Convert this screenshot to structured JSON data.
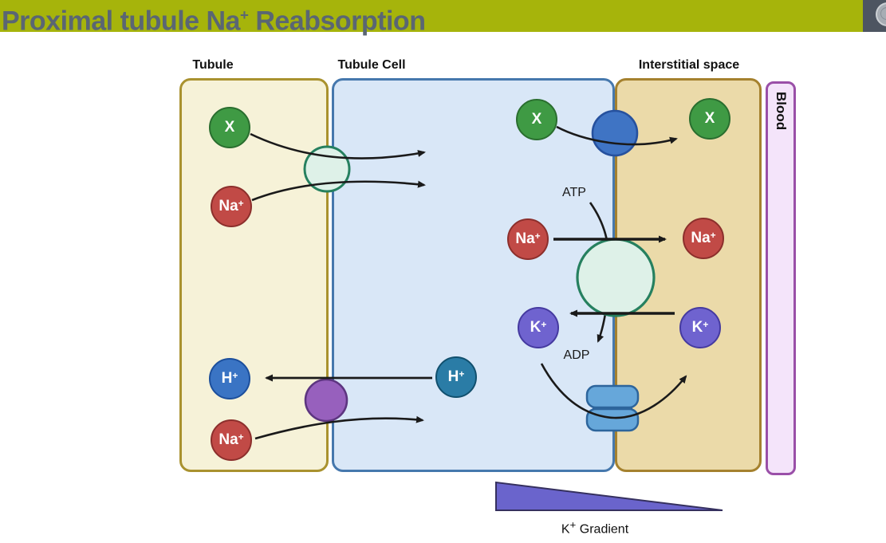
{
  "header": {
    "title_base": "Proximal tubule Na",
    "title_sup": "+",
    "title_rest": " Reabsorption",
    "bar_color": "#a6b40b",
    "title_color": "#5a6673",
    "corner_color": "#4d5561",
    "corner_icon": "seal-emblem"
  },
  "compartments": [
    {
      "label": "Tubule",
      "fill": "#f6f2d8",
      "border": "#a9922f"
    },
    {
      "label": "Tubule Cell",
      "fill": "#d9e7f7",
      "border": "#4678ad"
    },
    {
      "label": "Interstitial space",
      "fill": "#ebdaa9",
      "border": "#a5812e"
    },
    {
      "label": "Blood",
      "fill": "#f4e4fa",
      "border": "#9a4fa8"
    }
  ],
  "ions": [
    {
      "id": "x-tubule",
      "label": "X",
      "sup": "",
      "color": "#3f9a44"
    },
    {
      "id": "na-tubule-top",
      "label": "Na",
      "sup": "+",
      "color": "#c14a46"
    },
    {
      "id": "x-cell",
      "label": "X",
      "sup": "",
      "color": "#3f9a44"
    },
    {
      "id": "x-interstitial",
      "label": "X",
      "sup": "",
      "color": "#3f9a44"
    },
    {
      "id": "na-cell",
      "label": "Na",
      "sup": "+",
      "color": "#c14a46"
    },
    {
      "id": "na-interstitial",
      "label": "Na",
      "sup": "+",
      "color": "#c14a46"
    },
    {
      "id": "k-cell",
      "label": "K",
      "sup": "+",
      "color": "#6f63cf"
    },
    {
      "id": "k-interstitial",
      "label": "K",
      "sup": "+",
      "color": "#6f63cf"
    },
    {
      "id": "h-tubule",
      "label": "H",
      "sup": "+",
      "color": "#3a74c4"
    },
    {
      "id": "h-cell",
      "label": "H",
      "sup": "+",
      "color": "#2a7ca6"
    },
    {
      "id": "na-tubule-bottom",
      "label": "Na",
      "sup": "+",
      "color": "#c14a46"
    }
  ],
  "transporters": [
    {
      "id": "apical-cotransporter",
      "fill": "#def1e8",
      "border": "#26805f"
    },
    {
      "id": "basolateral-x-transporter",
      "fill": "#3f74c4",
      "border": "#26519e"
    },
    {
      "id": "na-k-atpase-pump",
      "fill": "#def1e8",
      "border": "#26805f"
    },
    {
      "id": "apical-na-h-antiporter",
      "fill": "#9760bd",
      "border": "#5d3580"
    },
    {
      "id": "k-channel",
      "fill": "#66a7da",
      "border": "#2d659c"
    }
  ],
  "annotations": {
    "atp": "ATP",
    "adp": "ADP"
  },
  "gradient": {
    "label_base": "K",
    "label_sup": "+",
    "label_rest": " Gradient",
    "fill": "#6a64cc"
  }
}
